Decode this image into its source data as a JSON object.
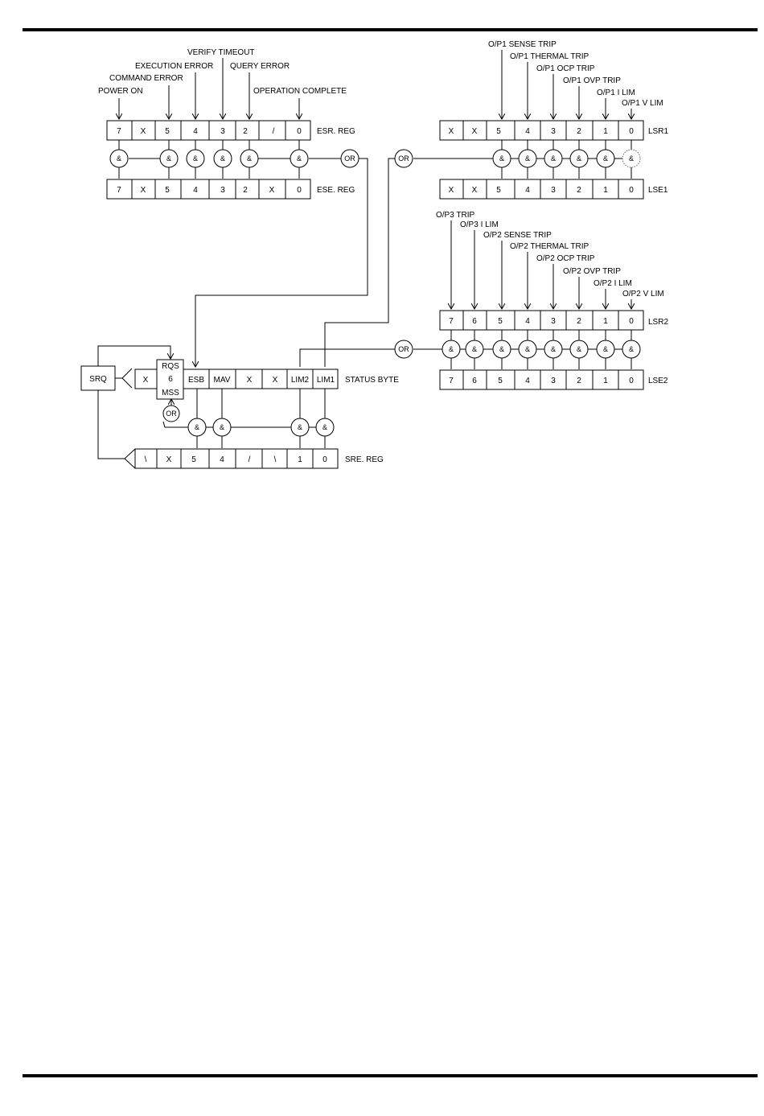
{
  "esr": {
    "name": "ESR. REG",
    "cells": [
      "7",
      "X",
      "5",
      "4",
      "3",
      "2",
      "/",
      "0"
    ],
    "event_labels": [
      "POWER ON",
      "COMMAND ERROR",
      "EXECUTION ERROR",
      "VERIFY TIMEOUT",
      "QUERY ERROR",
      "OPERATION COMPLETE"
    ]
  },
  "ese": {
    "name": "ESE. REG",
    "cells": [
      "7",
      "X",
      "5",
      "4",
      "3",
      "2",
      "X",
      "0"
    ]
  },
  "lsr1": {
    "name": "LSR1",
    "cells": [
      "X",
      "X",
      "5",
      "4",
      "3",
      "2",
      "1",
      "0"
    ],
    "event_labels": [
      "O/P1 SENSE TRIP",
      "O/P1 THERMAL TRIP",
      "O/P1 OCP TRIP",
      "O/P1 OVP TRIP",
      "O/P1 I LIM",
      "O/P1 V LIM"
    ]
  },
  "lse1": {
    "name": "LSE1",
    "cells": [
      "X",
      "X",
      "5",
      "4",
      "3",
      "2",
      "1",
      "0"
    ]
  },
  "lsr2": {
    "name": "LSR2",
    "cells": [
      "7",
      "6",
      "5",
      "4",
      "3",
      "2",
      "1",
      "0"
    ],
    "event_labels": [
      "O/P3 TRIP",
      "O/P3 I LIM",
      "O/P2 SENSE TRIP",
      "O/P2 THERMAL TRIP",
      "O/P2 OCP TRIP",
      "O/P2 OVP TRIP",
      "O/P2 I LIM",
      "O/P2 V LIM"
    ]
  },
  "lse2": {
    "name": "LSE2",
    "cells": [
      "7",
      "6",
      "5",
      "4",
      "3",
      "2",
      "1",
      "0"
    ]
  },
  "status_byte": {
    "name": "STATUS BYTE",
    "cells": [
      "X",
      "",
      "ESB",
      "MAV",
      "X",
      "X",
      "LIM2",
      "LIM1"
    ],
    "rqs": "RQS",
    "bit6": "6",
    "mss": "MSS"
  },
  "sre": {
    "name": "SRE. REG",
    "cells": [
      "\\",
      "X",
      "5",
      "4",
      "/",
      "\\",
      "1",
      "0"
    ]
  },
  "srq": "SRQ",
  "gates": {
    "and": "&",
    "or": "OR"
  }
}
